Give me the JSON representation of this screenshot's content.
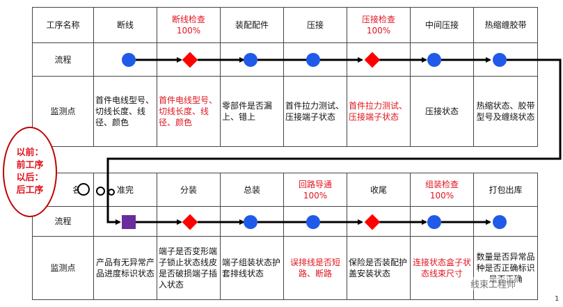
{
  "top": {
    "header_label": "工序名称",
    "flow_label": "流程",
    "monitor_label": "监测点",
    "steps": [
      {
        "name": "断线",
        "sub": "",
        "critical": false,
        "monitor": "首件电线型号、切线长度、线径、颜色"
      },
      {
        "name": "断线检查",
        "sub": "100%",
        "critical": true,
        "monitor": "首件电线型号、切线长度、线径、颜色"
      },
      {
        "name": "装配配件",
        "sub": "",
        "critical": false,
        "monitor": "零部件是否漏上、错上"
      },
      {
        "name": "压接",
        "sub": "",
        "critical": false,
        "monitor": "首件拉力测试、压接端子状态"
      },
      {
        "name": "压接检查",
        "sub": "100%",
        "critical": true,
        "monitor": "首件拉力测试、压接端子状态"
      },
      {
        "name": "中间压接",
        "sub": "",
        "critical": false,
        "monitor": "压接状态"
      },
      {
        "name": "热缩缠胶带",
        "sub": "",
        "critical": false,
        "monitor": "热缩状态、胶带型号及缠绕状态"
      }
    ]
  },
  "bottom": {
    "header_label": "名称",
    "flow_label": "流程",
    "monitor_label": "监测点",
    "steps": [
      {
        "name": "准完",
        "sub": "",
        "critical": false,
        "monitor": "产品有无异常产品进度标识状态"
      },
      {
        "name": "分装",
        "sub": "",
        "critical": false,
        "monitor": "端子是否变形端子锁止状态线皮是否破损端子插入状态"
      },
      {
        "name": "总装",
        "sub": "",
        "critical": false,
        "monitor": "端子组装状态护套排线状态"
      },
      {
        "name": "回路导通",
        "sub": "100%",
        "critical": true,
        "monitor": "误排线是否短路、断路"
      },
      {
        "name": "收尾",
        "sub": "",
        "critical": false,
        "monitor": "保险是否装配护盖安装状态"
      },
      {
        "name": "组装检查",
        "sub": "100%",
        "critical": true,
        "monitor": "连接状态盒子状态线束尺寸"
      },
      {
        "name": "打包出库",
        "sub": "",
        "critical": false,
        "monitor": "数量是否异常品种是否正确标识是否正确"
      }
    ]
  },
  "callout": {
    "text": "以前：\n前工序\n以后：\n后工序"
  },
  "watermark": "线束工程师",
  "page_number": "1",
  "colors": {
    "circle": "#1f5be8",
    "diamond": "#ff0000",
    "square": "#6a2c9c",
    "critical_text": "#e0141e"
  }
}
